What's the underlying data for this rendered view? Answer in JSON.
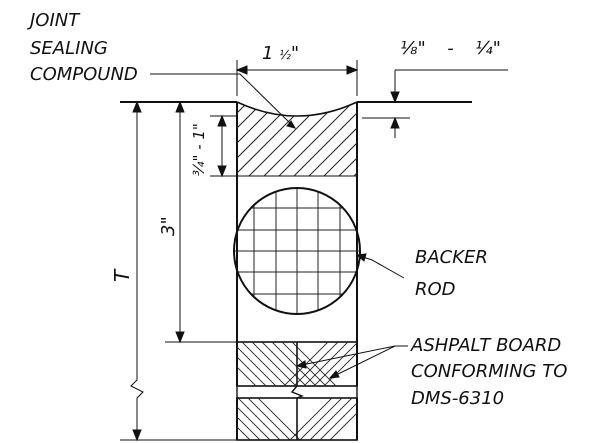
{
  "labels": {
    "sealing_line1": "JOINT",
    "sealing_line2": "SEALING",
    "sealing_line3": "COMPOUND",
    "backer_line1": "BACKER",
    "backer_line2": "ROD",
    "board_line1": "ASHPALT BOARD",
    "board_line2": "CONFORMING TO",
    "board_line3": "DMS-6310"
  },
  "dimensions": {
    "joint_width_whole": "1 ",
    "joint_width_frac": "½",
    "joint_width_unit": "\"",
    "recess_min": "⅛\"",
    "recess_sep": "-",
    "recess_max": "¼\"",
    "sealant_depth": "¾\" - 1\"",
    "rod_depth": "3\"",
    "slab_thickness": "T"
  }
}
